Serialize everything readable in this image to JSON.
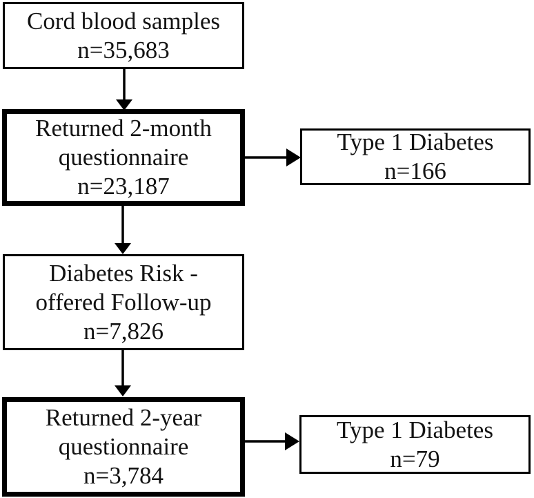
{
  "colors": {
    "background": "#ffffff",
    "box_border": "#000000",
    "text": "#131313",
    "arrow": "#000000"
  },
  "diagram": {
    "type": "flowchart",
    "nodes": [
      {
        "id": "cord-blood-samples",
        "label": "Cord blood samples",
        "count": "n=35,683",
        "emphasized": false,
        "lines": [
          "Cord blood samples",
          "n=35,683"
        ]
      },
      {
        "id": "returned-2-month-questionnaire",
        "label": "Returned 2-month questionnaire",
        "count": "n=23,187",
        "emphasized": true,
        "lines": [
          "Returned 2-month",
          "questionnaire",
          "n=23,187"
        ]
      },
      {
        "id": "type-1-diabetes-166",
        "label": "Type 1 Diabetes",
        "count": "n=166",
        "emphasized": false,
        "lines": [
          "Type 1 Diabetes",
          "n=166"
        ]
      },
      {
        "id": "diabetes-risk-offered-follow-up",
        "label": "Diabetes Risk - offered Follow-up",
        "count": "n=7,826",
        "emphasized": false,
        "lines": [
          "Diabetes Risk -",
          "offered Follow-up",
          "n=7,826"
        ]
      },
      {
        "id": "returned-2-year-questionnaire",
        "label": "Returned 2-year questionnaire",
        "count": "n=3,784",
        "emphasized": true,
        "lines": [
          "Returned 2-year",
          "questionnaire",
          "n=3,784"
        ]
      },
      {
        "id": "type-1-diabetes-79",
        "label": "Type 1 Diabetes",
        "count": "n=79",
        "emphasized": false,
        "lines": [
          "Type 1 Diabetes",
          "n=79"
        ]
      }
    ],
    "edges": [
      {
        "from": "cord-blood-samples",
        "to": "returned-2-month-questionnaire",
        "direction": "down"
      },
      {
        "from": "returned-2-month-questionnaire",
        "to": "type-1-diabetes-166",
        "direction": "right"
      },
      {
        "from": "returned-2-month-questionnaire",
        "to": "diabetes-risk-offered-follow-up",
        "direction": "down"
      },
      {
        "from": "diabetes-risk-offered-follow-up",
        "to": "returned-2-year-questionnaire",
        "direction": "down"
      },
      {
        "from": "returned-2-year-questionnaire",
        "to": "type-1-diabetes-79",
        "direction": "right"
      }
    ]
  }
}
